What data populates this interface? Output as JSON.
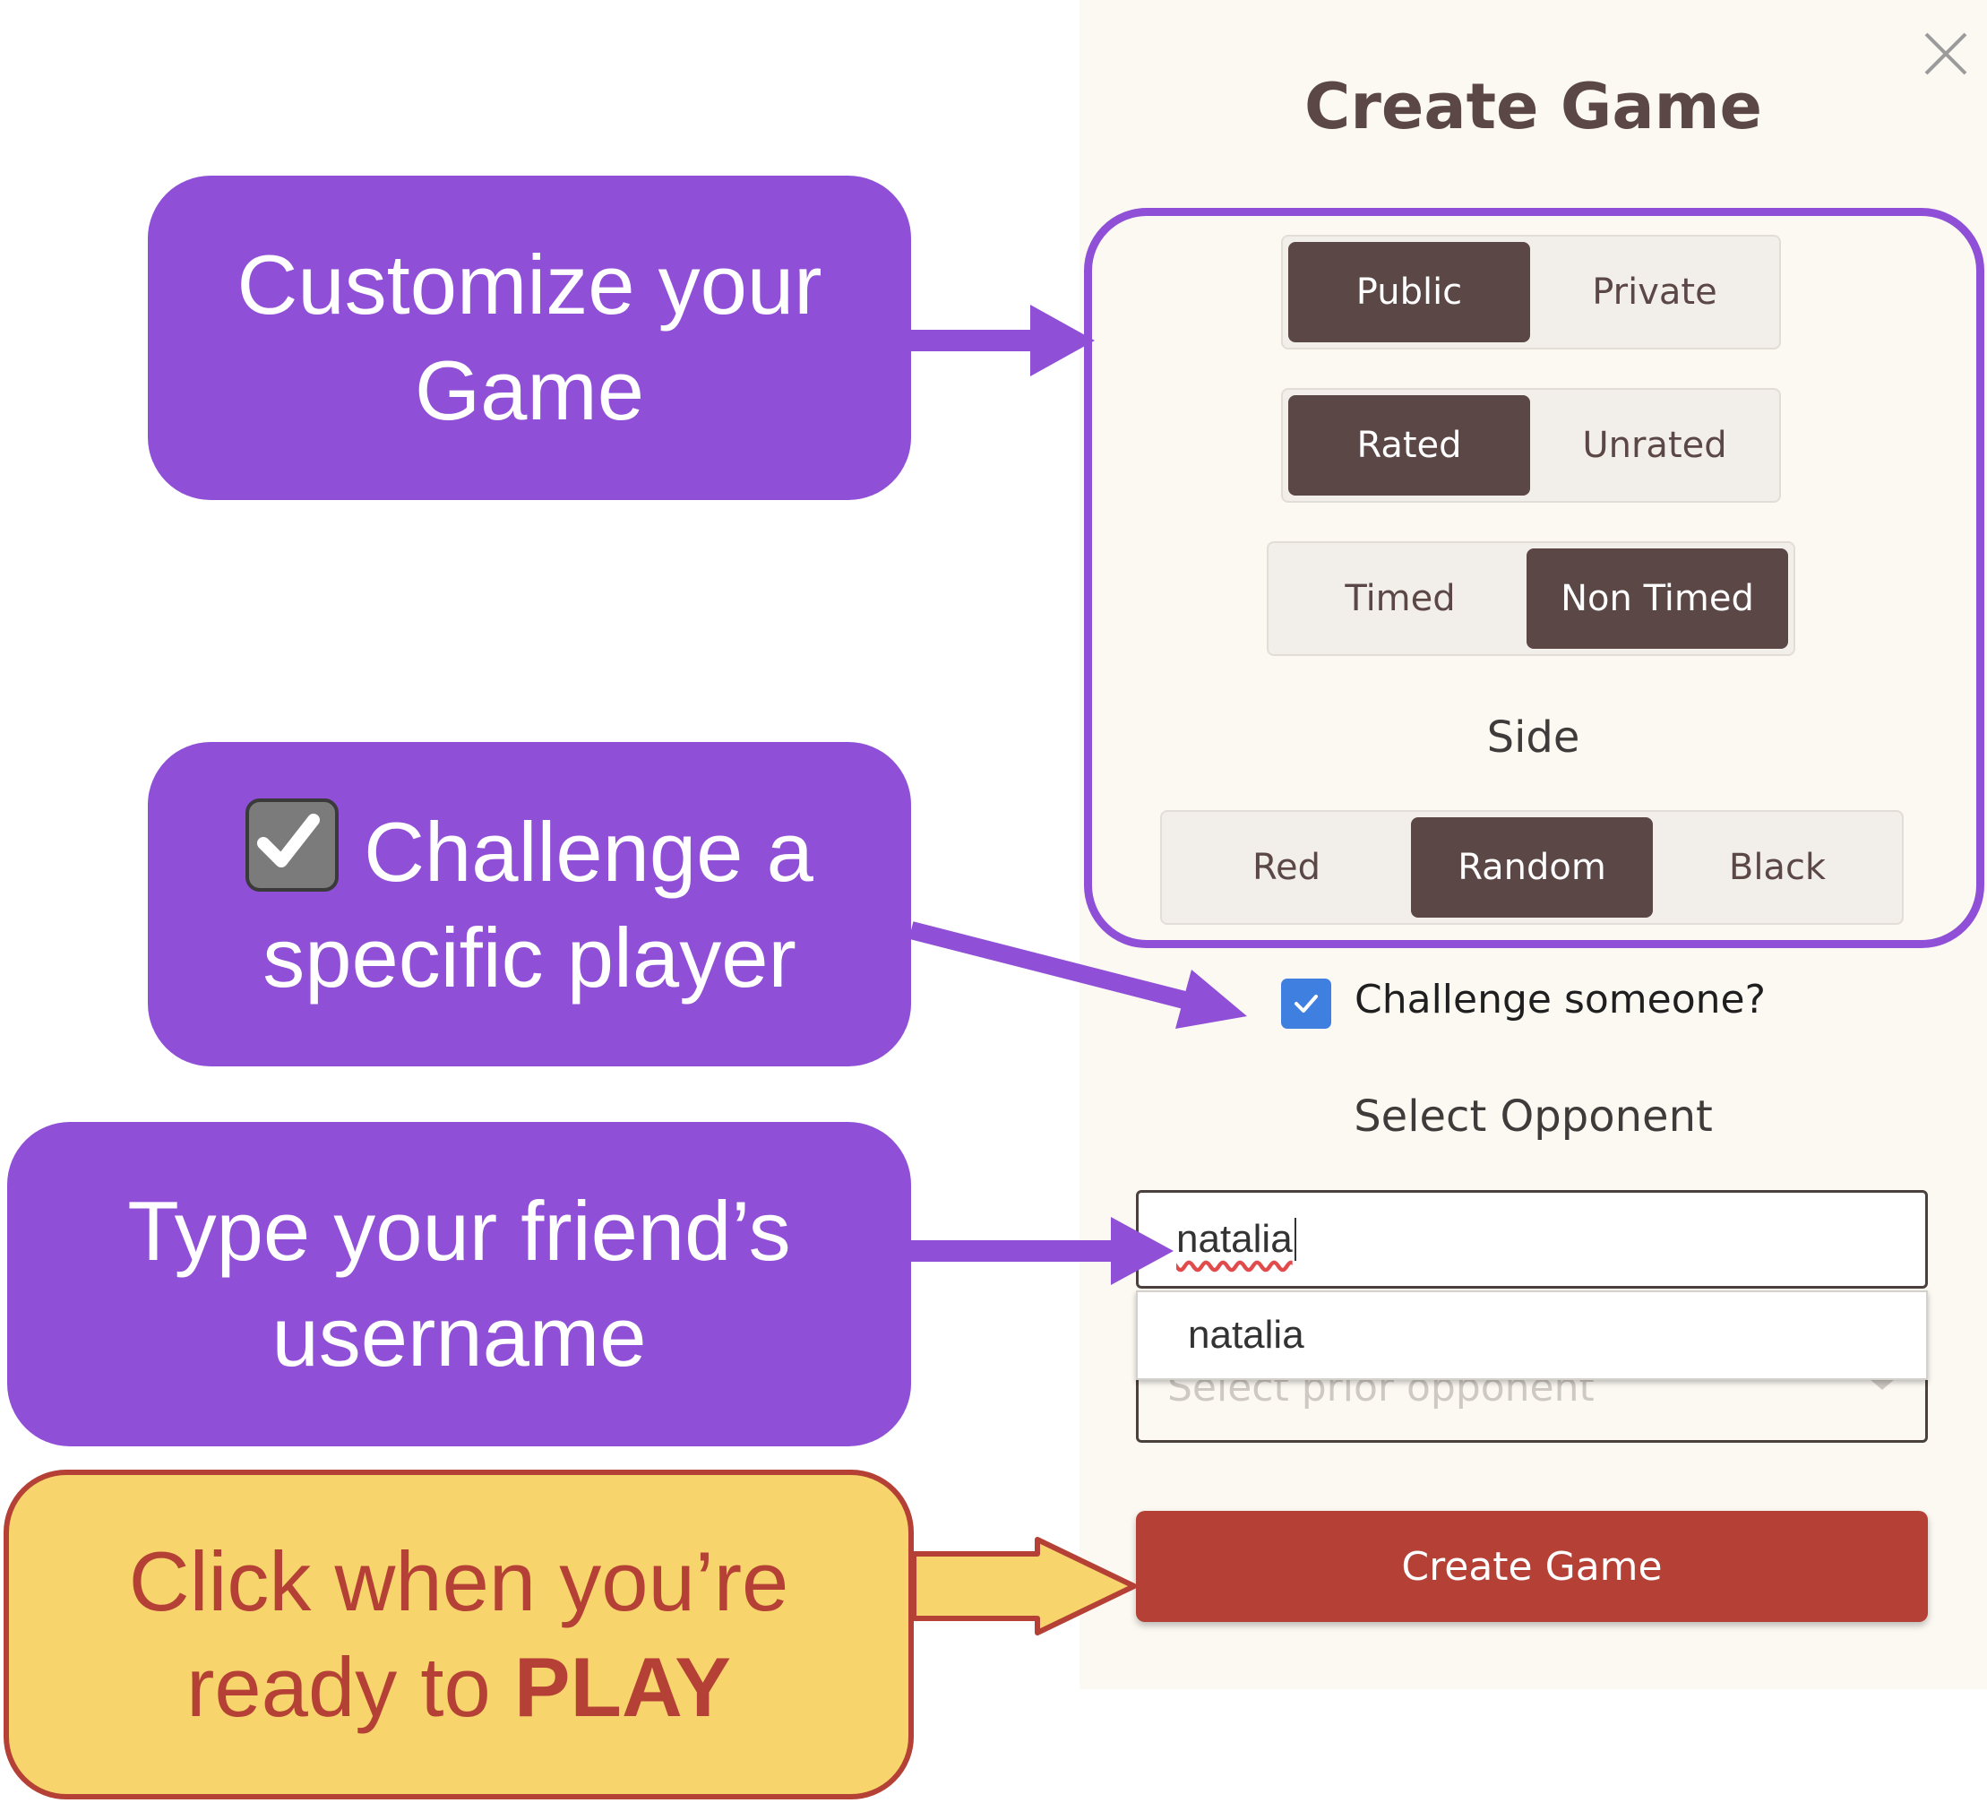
{
  "modal": {
    "title": "Create Game",
    "privacy": {
      "options": [
        "Public",
        "Private"
      ],
      "selected": "Public"
    },
    "rating": {
      "options": [
        "Rated",
        "Unrated"
      ],
      "selected": "Rated"
    },
    "timing": {
      "options": [
        "Timed",
        "Non Timed"
      ],
      "selected": "Non Timed"
    },
    "side": {
      "label": "Side",
      "options": [
        "Red",
        "Random",
        "Black"
      ],
      "selected": "Random"
    },
    "challenge": {
      "label": "Challenge someone?",
      "checked": true
    },
    "opponent": {
      "label": "Select Opponent",
      "input_value": "natalia",
      "suggestion": "natalia",
      "prior_placeholder": "Select prior opponent"
    },
    "create_button": "Create Game"
  },
  "callouts": {
    "customize": [
      "Customize your",
      "Game"
    ],
    "challenge": [
      "Challenge a",
      "specific player"
    ],
    "username": [
      "Type your friend’s",
      "username"
    ],
    "play": {
      "line1": "Click when you’re",
      "line2_prefix": "ready to ",
      "line2_bold": "PLAY"
    }
  },
  "colors": {
    "callout_purple": "#904fd7",
    "callout_yellow": "#f7d46c",
    "selected_segment": "#5b4745",
    "create_button": "#b54036",
    "checkbox": "#3f7fe0"
  }
}
